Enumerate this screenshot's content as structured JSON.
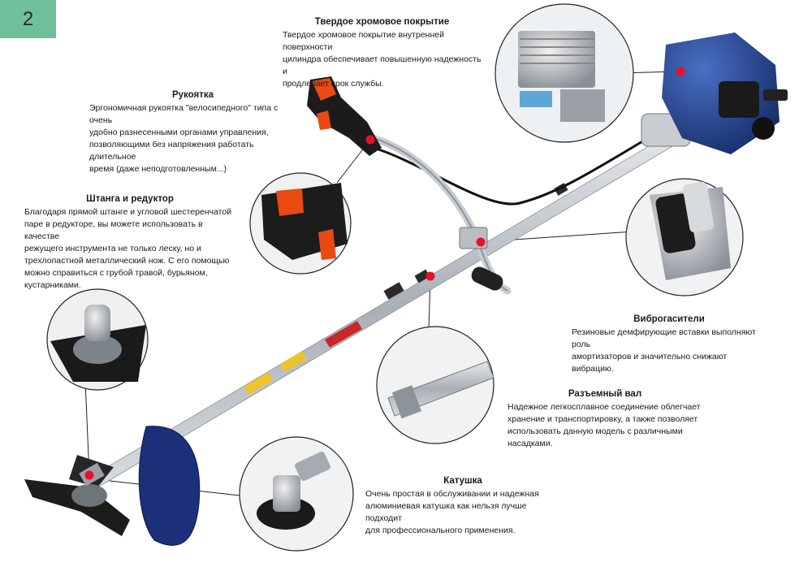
{
  "page_number": "2",
  "colors": {
    "page_tab": "#6fbf9b",
    "marker": "#e8102a",
    "shaft": "#b9bec4",
    "engine": "#1f3f8a",
    "guard": "#1c2f7a"
  },
  "features": {
    "chrome": {
      "title": "Твердое хромовое покрытие",
      "lines": [
        "Твердое хромовое покрытие внутренней поверхности",
        "цилиндра обеспечивает повышенную надежность и",
        "продлевает срок службы."
      ]
    },
    "handle": {
      "title": "Рукоятка",
      "lines": [
        "Эргономичная рукоятка \"велосипедного\" типа с очень",
        "удобно разнесенными органами управления,",
        "позволяющими без напряжения работать длительное",
        "время (даже неподготовленным...)"
      ]
    },
    "shaft": {
      "title": "Штанга и редуктор",
      "lines": [
        "Благодаря прямой штанге и угловой шестеренчатой",
        "паре в редукторе, вы можете использовать в качестве",
        "режущего инструмента не только леску, но и",
        "трехлопастной металлический нож. С его помощью",
        "можно справиться с грубой травой, бурьяном,",
        "кустарниками."
      ]
    },
    "dampers": {
      "title": "Виброгасители",
      "lines": [
        "Резиновые демфирующие вставки выполняют роль",
        "амортизаторов и значительно снижают вибрацию."
      ]
    },
    "split_shaft": {
      "title": "Разъемный вал",
      "lines": [
        "Надежное легкосплавное соединение облегчает",
        "хранение и транспортировку, а также позволяет",
        "использовать данную модель с различными",
        "насадками."
      ]
    },
    "spool": {
      "title": "Катушка",
      "lines": [
        "Очень простая в обслуживании и надежная",
        "алюминиевая катушка как нельзя лучше подходит",
        "для профессионального применения."
      ]
    }
  }
}
